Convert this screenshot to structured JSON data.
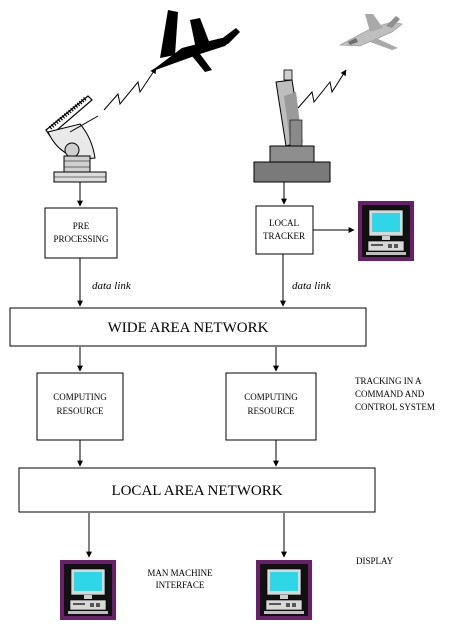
{
  "nodes": {
    "pre_processing": [
      "PRE",
      "PROCESSING"
    ],
    "local_tracker": [
      "LOCAL",
      "TRACKER"
    ],
    "wan": "WIDE AREA NETWORK",
    "computing_left": [
      "COMPUTING",
      "RESOURCE"
    ],
    "computing_right": [
      "COMPUTING",
      "RESOURCE"
    ],
    "lan": "LOCAL AREA NETWORK"
  },
  "edge_labels": {
    "data_link_left": "data link",
    "data_link_right": "data link"
  },
  "notes": {
    "tracking": [
      "TRACKING IN A",
      "COMMAND AND",
      "CONTROL SYSTEM"
    ],
    "man_machine": [
      "MAN MACHINE",
      "INTERFACE"
    ],
    "display": "DISPLAY"
  },
  "icons": [
    "airliner-icon",
    "fighter-jet-icon",
    "radar-dish-icon",
    "tracking-radar-icon",
    "computer-terminal-icon",
    "signal-zigzag-icon"
  ],
  "colors": {
    "terminal_frame": "#6a1f6a",
    "terminal_screen": "#2fd6e8",
    "line": "#000000"
  }
}
